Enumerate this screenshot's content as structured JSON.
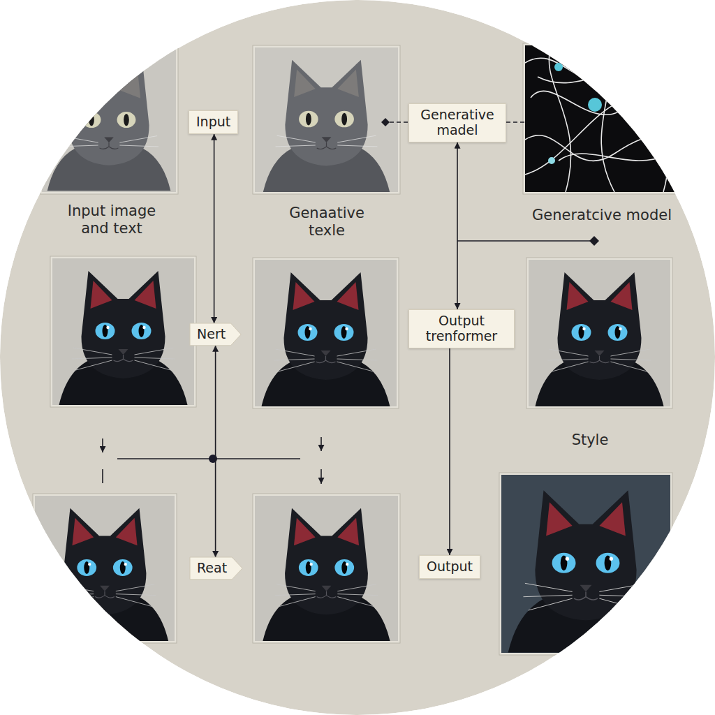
{
  "diagram": {
    "nodes": [
      {
        "text": [
          "Input"
        ]
      },
      {
        "text": [
          "Generative madel"
        ]
      },
      {
        "text": [
          "Nert"
        ]
      },
      {
        "text": [
          "Output trenformer"
        ]
      },
      {
        "text": [
          "Reat"
        ]
      },
      {
        "text": [
          "Output"
        ]
      }
    ],
    "edges": [
      {
        "from": 0,
        "to": 2,
        "arrow": "both"
      },
      {
        "from": 2,
        "to": 4,
        "arrow": "both"
      },
      {
        "from": 1,
        "to": 3,
        "arrow": "both"
      },
      {
        "from": 3,
        "to": 5,
        "arrow": "to"
      }
    ],
    "labels": [
      "Input image and text",
      "Genaative texle",
      "Generatcive model",
      "Style"
    ]
  }
}
